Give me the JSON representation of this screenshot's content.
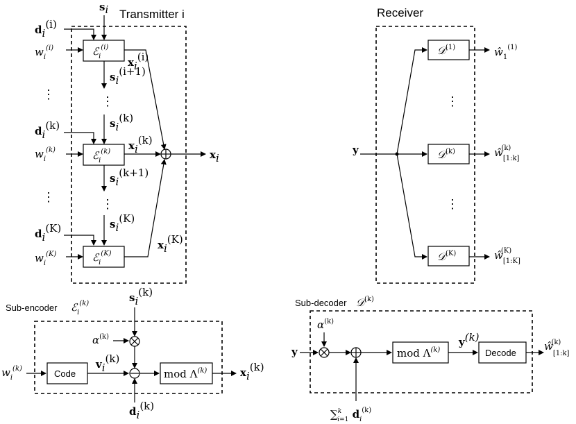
{
  "titles": {
    "transmitter": "Transmitter i",
    "receiver": "Receiver",
    "sub_encoder": "Sub-encoder",
    "sub_decoder": "Sub-decoder"
  },
  "transmitter": {
    "state_in": "s_i",
    "inputs": [
      {
        "d": "d_i^(i)",
        "w": "w_i^(i)",
        "block": "E_i^(i)",
        "out": "x_i^(i)",
        "next_state": "s_i^(i+1)"
      },
      {
        "d": "d_i^(k)",
        "w": "w_i^(k)",
        "block": "E_i^(k)",
        "out": "x_i^(k)",
        "state": "s_i^(k)",
        "next_state": "s_i^(k+1)"
      },
      {
        "d": "d_i^(K)",
        "w": "w_i^(K)",
        "block": "E_i^(K)",
        "out": "x_i^(K)",
        "state": "s_i^(K)"
      }
    ],
    "output": "x_i"
  },
  "receiver": {
    "input": "y",
    "decoders": [
      {
        "block": "D^(1)",
        "out": "ŵ_1^(1)"
      },
      {
        "block": "D^(k)",
        "out": "ŵ_[1:k]^(k)"
      },
      {
        "block": "D^(K)",
        "out": "ŵ_[1:K]^(K)"
      }
    ]
  },
  "sub_encoder": {
    "label": "E_i^(k)",
    "state": "s_i^(k)",
    "alpha": "α^(k)",
    "input": "w_i^(k)",
    "code_block": "Code",
    "codeword": "v_i^(k)",
    "mod_block": "mod Λ^(k)",
    "dither": "d_i^(k)",
    "output": "x_i^(k)"
  },
  "sub_decoder": {
    "label": "D^(k)",
    "input": "y",
    "alpha": "α^(k)",
    "dither_sum": "Σ_{i=1}^{k} d_i^(k)",
    "mod_block": "mod Λ^(k)",
    "mod_out": "y^(k)",
    "decode_block": "Decode",
    "output": "ŵ_[1:k]^(k)"
  }
}
